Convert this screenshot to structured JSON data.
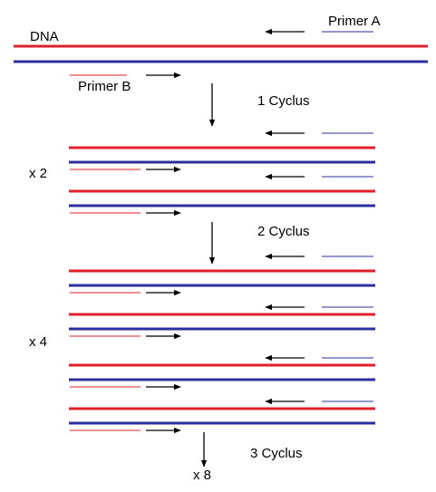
{
  "colors": {
    "strand_top": "#e0202a",
    "strand_bottom": "#2b2f9e",
    "arrow": "#000000"
  },
  "labels": {
    "dna": "DNA",
    "primer_a": "Primer A",
    "primer_b": "Primer B"
  },
  "cycles": [
    {
      "label": "1 Cyclus",
      "multiplier": "x 2"
    },
    {
      "label": "2 Cyclus",
      "multiplier": "x 4"
    },
    {
      "label": "3 Cyclus",
      "multiplier": "x 8"
    }
  ],
  "icons": {
    "strand_arrow": "arrow-right-icon / arrow-left-icon",
    "cycle_arrow": "arrow-down-icon"
  }
}
